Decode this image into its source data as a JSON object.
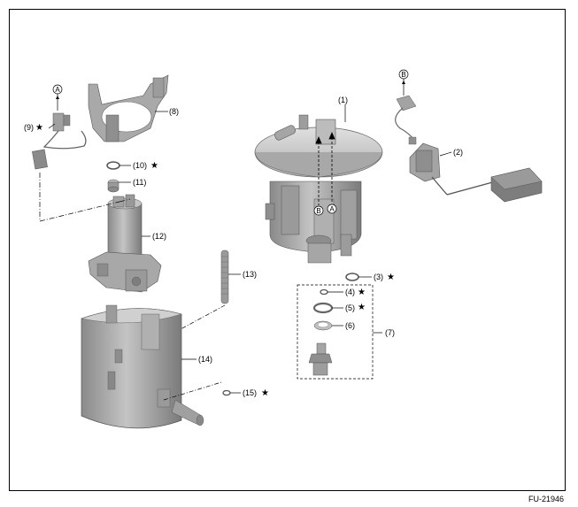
{
  "figure_id": "FU-21946",
  "parts": [
    {
      "num": "(1)",
      "star": false
    },
    {
      "num": "(2)",
      "star": false
    },
    {
      "num": "(3)",
      "star": true
    },
    {
      "num": "(4)",
      "star": true
    },
    {
      "num": "(5)",
      "star": true
    },
    {
      "num": "(6)",
      "star": false
    },
    {
      "num": "(7)",
      "star": false
    },
    {
      "num": "(8)",
      "star": false
    },
    {
      "num": "(9)",
      "star": true
    },
    {
      "num": "(10)",
      "star": true
    },
    {
      "num": "(11)",
      "star": false
    },
    {
      "num": "(12)",
      "star": false
    },
    {
      "num": "(13)",
      "star": false
    },
    {
      "num": "(14)",
      "star": false
    },
    {
      "num": "(15)",
      "star": true
    }
  ],
  "connector_marks": {
    "a": "A",
    "b": "B"
  },
  "star_symbol": "★",
  "colors": {
    "part_fill": "#b5b5b5",
    "part_shade": "#8c8c8c",
    "part_light": "#d6d6d6",
    "line": "#000000"
  }
}
